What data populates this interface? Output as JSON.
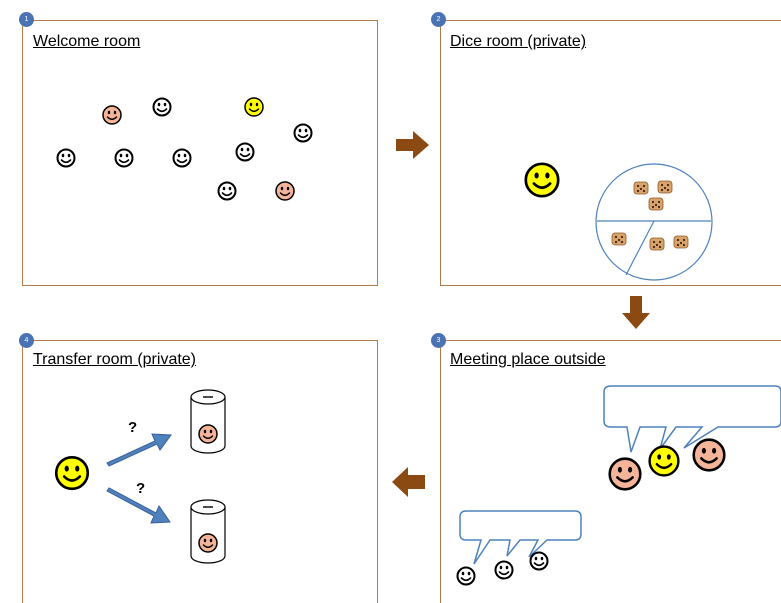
{
  "rooms": {
    "welcome": {
      "number": "1",
      "title": "Welcome room"
    },
    "dice": {
      "number": "2",
      "title_main": "Dice room",
      "title_suffix": "(private)"
    },
    "meeting": {
      "number": "3",
      "title": "Meeting place outside"
    },
    "transfer": {
      "number": "4",
      "title_main": "Transfer room",
      "title_suffix": "(private)"
    }
  },
  "transfer_labels": {
    "upper": "?",
    "lower": "?"
  },
  "colors": {
    "frame": "#b07a4a",
    "arrow_brown": "#8a4a12",
    "arrow_blue": "#4f81bd",
    "badge": "#4a73b3",
    "face_yellow": "#ffff00",
    "face_peach": "#f4b49a",
    "face_white": "#ffffff",
    "bubble_border": "#4f81bd"
  },
  "icons": {
    "plain_face": "smiley-outline-icon",
    "yellow_face": "smiley-yellow-icon",
    "peach_face": "smiley-peach-icon",
    "dice": "dice-icon",
    "bank": "money-box-icon",
    "flow_arrow": "flow-arrow-icon"
  }
}
